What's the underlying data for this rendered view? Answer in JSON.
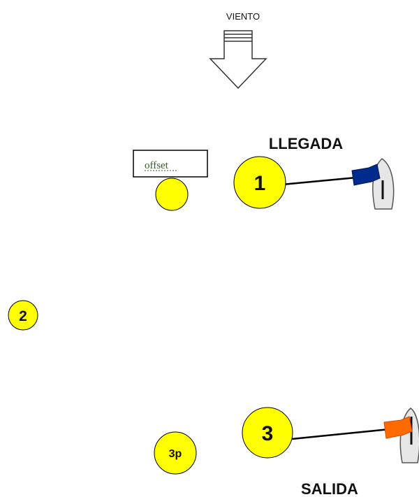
{
  "wind": {
    "label": "VIENTO"
  },
  "finish": {
    "label": "LLEGADA"
  },
  "start": {
    "label": "SALIDA"
  },
  "offset": {
    "label": "offset"
  },
  "marks": {
    "mark1": "1",
    "mark2": "2",
    "mark3": "3",
    "mark3p": "3p"
  },
  "colors": {
    "mark_fill": "#ffff00",
    "mark_stroke": "#000000",
    "finish_flag": "#002a8c",
    "start_flag": "#ff6a00",
    "boat_fill": "#e6e6e6",
    "boat_stroke": "#555555"
  }
}
